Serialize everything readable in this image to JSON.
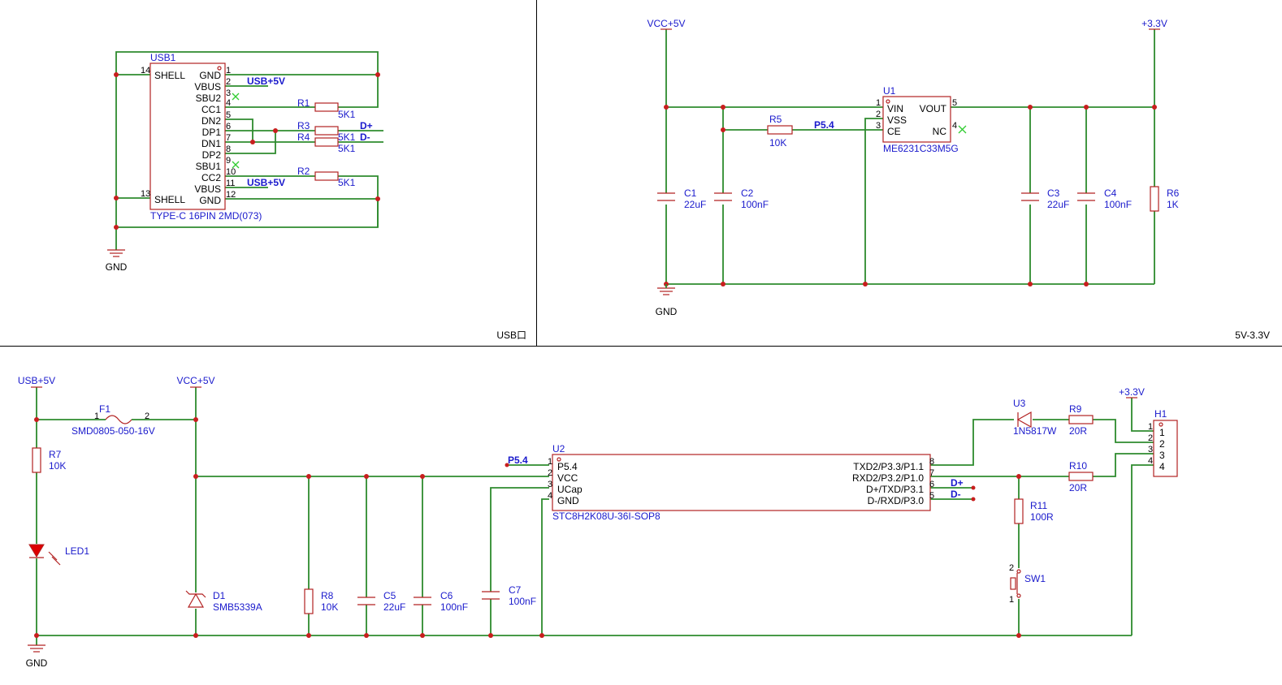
{
  "colors": {
    "wire": "#2e8b2e",
    "part": "#b22222",
    "designator": "#1a1acc",
    "junction": "#c81e1e",
    "led": "#dd0000"
  },
  "sheets": {
    "usb": "USB口",
    "regulator": "5V-3.3V"
  },
  "nets": {
    "gnd": "GND",
    "usb5v": "USB+5V",
    "vcc5v": "VCC+5V",
    "v33": "+3.3V",
    "dplus": "D+",
    "dminus": "D-",
    "p54": "P5.4"
  },
  "usb1": {
    "ref": "USB1",
    "value": "TYPE-C 16PIN 2MD(073)",
    "pins_left": [
      {
        "num": "14",
        "name": "SHELL"
      },
      {
        "num": "13",
        "name": "SHELL"
      }
    ],
    "pins_right": [
      {
        "num": "1",
        "name": "GND"
      },
      {
        "num": "2",
        "name": "VBUS"
      },
      {
        "num": "3",
        "name": "SBU2"
      },
      {
        "num": "4",
        "name": "CC1"
      },
      {
        "num": "5",
        "name": "DN2"
      },
      {
        "num": "6",
        "name": "DP1"
      },
      {
        "num": "7",
        "name": "DN1"
      },
      {
        "num": "8",
        "name": "DP2"
      },
      {
        "num": "9",
        "name": "SBU1"
      },
      {
        "num": "10",
        "name": "CC2"
      },
      {
        "num": "11",
        "name": "VBUS"
      },
      {
        "num": "12",
        "name": "GND"
      }
    ]
  },
  "resistors": {
    "R1": {
      "ref": "R1",
      "value": "5K1"
    },
    "R2": {
      "ref": "R2",
      "value": "5K1"
    },
    "R3": {
      "ref": "R3",
      "value": "5K1"
    },
    "R4": {
      "ref": "R4",
      "value": "5K1"
    },
    "R5": {
      "ref": "R5",
      "value": "10K"
    },
    "R6": {
      "ref": "R6",
      "value": "1K"
    },
    "R7": {
      "ref": "R7",
      "value": "10K"
    },
    "R8": {
      "ref": "R8",
      "value": "10K"
    },
    "R9": {
      "ref": "R9",
      "value": "20R"
    },
    "R10": {
      "ref": "R10",
      "value": "20R"
    },
    "R11": {
      "ref": "R11",
      "value": "100R"
    }
  },
  "capacitors": {
    "C1": {
      "ref": "C1",
      "value": "22uF"
    },
    "C2": {
      "ref": "C2",
      "value": "100nF"
    },
    "C3": {
      "ref": "C3",
      "value": "22uF"
    },
    "C4": {
      "ref": "C4",
      "value": "100nF"
    },
    "C5": {
      "ref": "C5",
      "value": "22uF"
    },
    "C6": {
      "ref": "C6",
      "value": "100nF"
    },
    "C7": {
      "ref": "C7",
      "value": "100nF"
    }
  },
  "u1": {
    "ref": "U1",
    "value": "ME6231C33M5G",
    "pins_left": [
      {
        "num": "1",
        "name": "VIN"
      },
      {
        "num": "2",
        "name": "VSS"
      },
      {
        "num": "3",
        "name": "CE"
      }
    ],
    "pins_right": [
      {
        "num": "5",
        "name": "VOUT"
      },
      {
        "num": "4",
        "name": "NC"
      }
    ]
  },
  "u2": {
    "ref": "U2",
    "value": "STC8H2K08U-36I-SOP8",
    "pins_left": [
      {
        "num": "1",
        "name": "P5.4"
      },
      {
        "num": "2",
        "name": "VCC"
      },
      {
        "num": "3",
        "name": "UCap"
      },
      {
        "num": "4",
        "name": "GND"
      }
    ],
    "pins_right": [
      {
        "num": "8",
        "name": "TXD2/P3.3/P1.1"
      },
      {
        "num": "7",
        "name": "RXD2/P3.2/P1.0"
      },
      {
        "num": "6",
        "name": "D+/TXD/P3.1"
      },
      {
        "num": "5",
        "name": "D-/RXD/P3.0"
      }
    ]
  },
  "f1": {
    "ref": "F1",
    "value": "SMD0805-050-16V",
    "pin1": "1",
    "pin2": "2"
  },
  "d1": {
    "ref": "D1",
    "value": "SMB5339A"
  },
  "led1": {
    "ref": "LED1"
  },
  "u3": {
    "ref": "U3",
    "value": "1N5817W"
  },
  "sw1": {
    "ref": "SW1",
    "pin1": "1",
    "pin2": "2"
  },
  "h1": {
    "ref": "H1",
    "pins": [
      "1",
      "2",
      "3",
      "4"
    ]
  }
}
